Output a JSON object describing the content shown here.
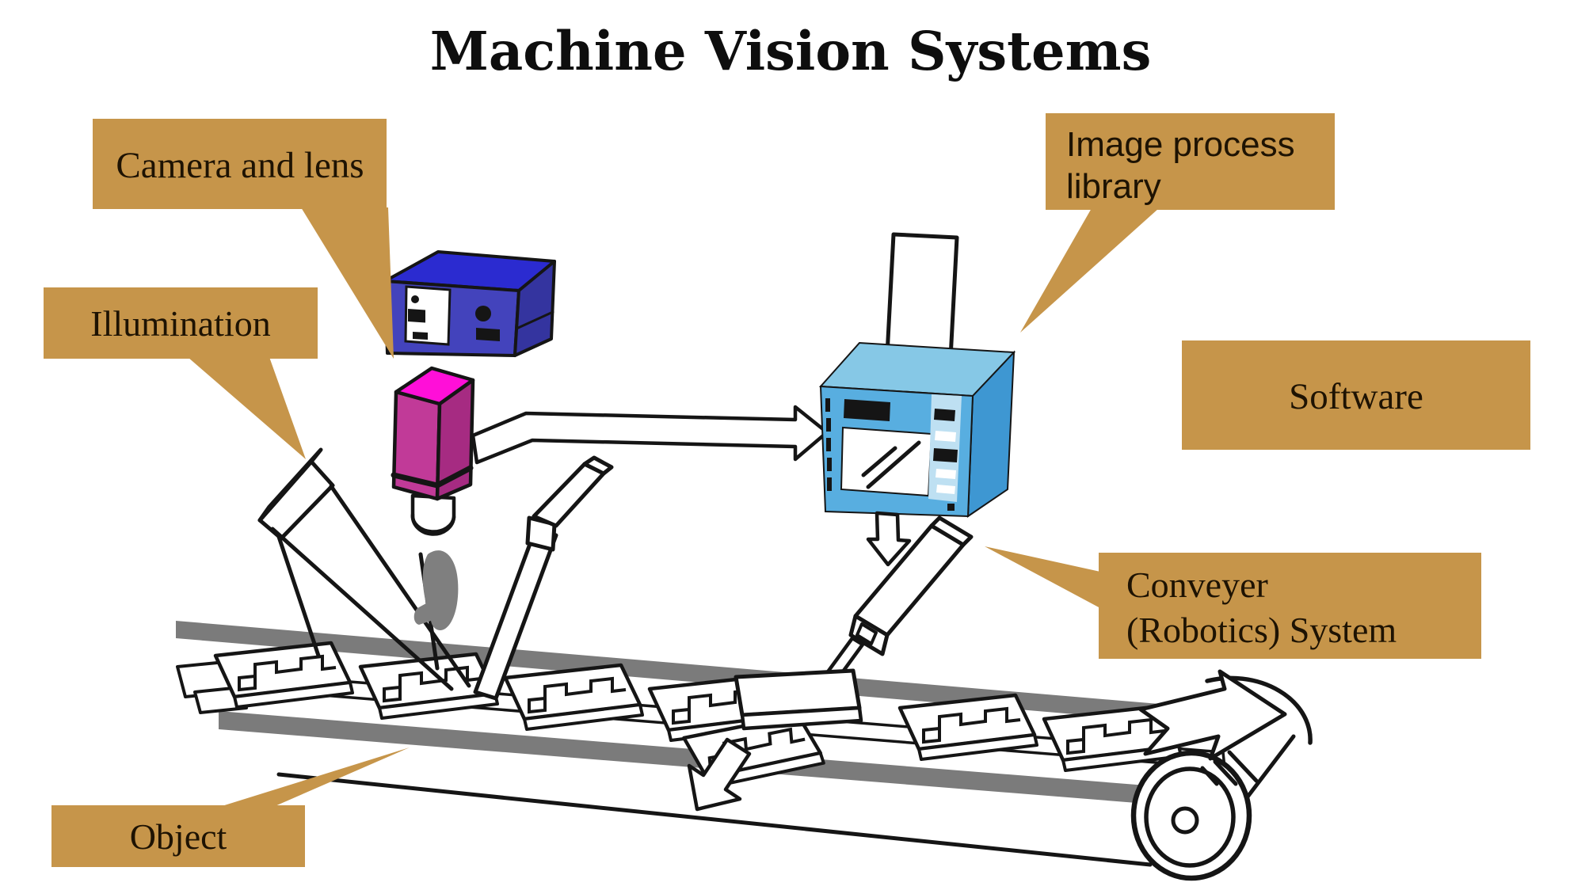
{
  "title": "Machine Vision Systems",
  "labels": {
    "camera_lens": {
      "text": "Camera and lens"
    },
    "illumination": {
      "text": "Illumination"
    },
    "image_process": {
      "line1": "Image process",
      "line2": "library"
    },
    "software": {
      "text": "Software"
    },
    "conveyer": {
      "line1": "Conveyer",
      "line2": "(Robotics) System"
    },
    "object": {
      "text": "Object"
    }
  },
  "colors": {
    "label_background": "#C6954A",
    "label_text": "#1E1303",
    "title_text": "#0E0E0E",
    "camera_body_blue_top": "#2B2BD0",
    "camera_body_blue_front": "#4343BC",
    "camera_body_blue_side": "#34349F",
    "lens_magenta_top": "#FF0FD8",
    "lens_magenta_front": "#C13A98",
    "lens_magenta_side": "#A62B82",
    "computer_blue_top": "#86C8E6",
    "computer_blue_front": "#58AEE0",
    "computer_blue_side": "#3E97D2",
    "computer_panel_strip": "#BEE0F2",
    "conveyor_gray": "#7B7B7B",
    "shadow_gray": "#7F7F7F",
    "ink": "#151515"
  }
}
